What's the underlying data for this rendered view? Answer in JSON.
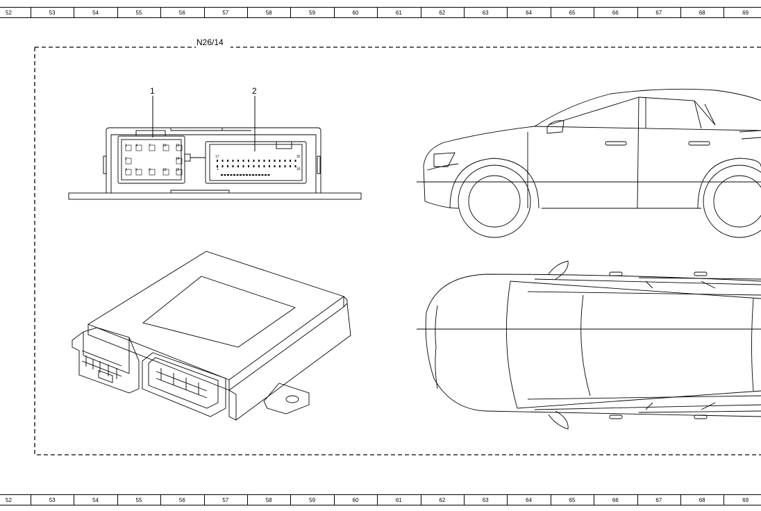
{
  "ruler": {
    "labels": [
      "52",
      "53",
      "54",
      "55",
      "56",
      "57",
      "58",
      "59",
      "60",
      "61",
      "62",
      "63",
      "64",
      "65",
      "66",
      "67",
      "68",
      "69"
    ]
  },
  "diagram": {
    "component_label": "N26/14",
    "callout_1": "1",
    "callout_2": "2",
    "connector1_pins": {
      "row1_left": "1",
      "row1_mid": "4",
      "row1_a": "7",
      "row1_b": "10",
      "row1_right": "13",
      "row2_left": "2",
      "row2_right": "14",
      "row3_left": "3",
      "row3_mid": "6",
      "row3_a": "9",
      "row3_b": "12",
      "row3_right": "15"
    },
    "connector2_pins": {
      "top_left": "17",
      "top_right": "32",
      "bottom_left": "1",
      "bottom_right": "16"
    }
  }
}
